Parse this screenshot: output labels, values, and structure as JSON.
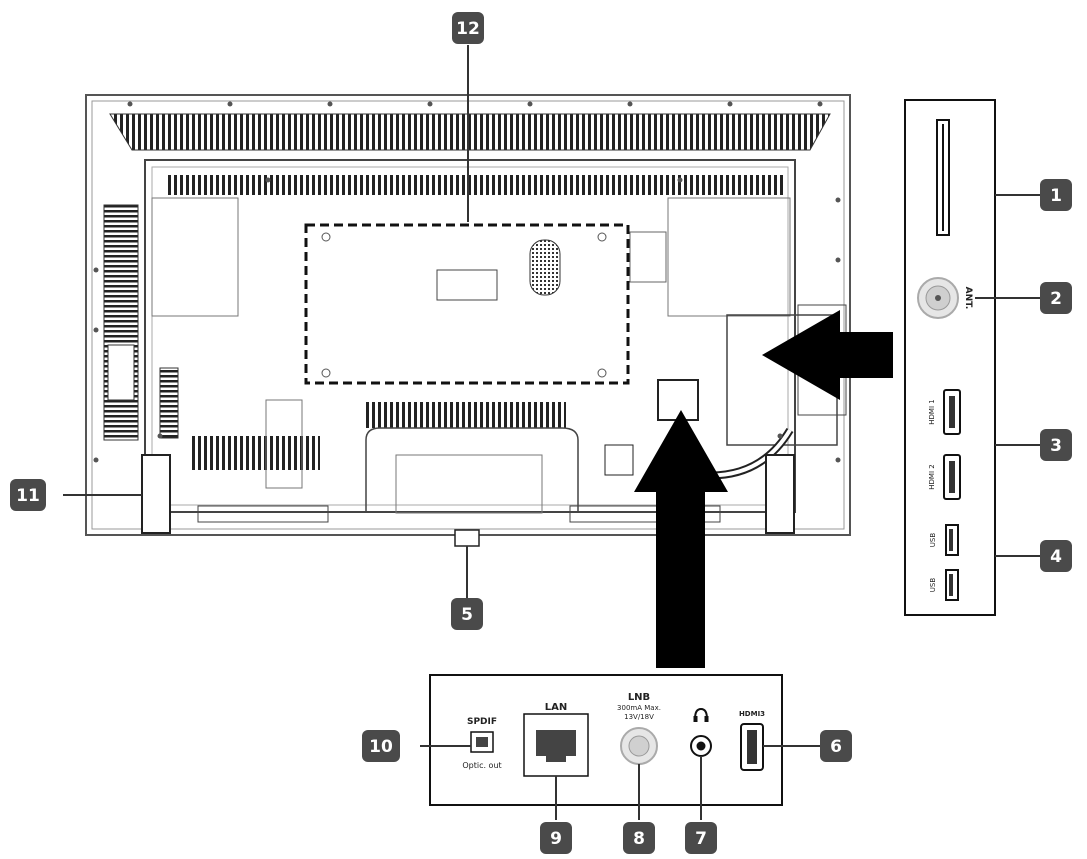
{
  "callouts": {
    "c1": "1",
    "c2": "2",
    "c3": "3",
    "c4": "4",
    "c5": "5",
    "c6": "6",
    "c7": "7",
    "c8": "8",
    "c9": "9",
    "c10": "10",
    "c11": "11",
    "c12": "12"
  },
  "side_panel": {
    "ant_label": "ANT.",
    "hdmi1_label": "HDMI 1",
    "hdmi2_label": "HDMI 2",
    "usb1_label": "USB",
    "usb2_label": "USB"
  },
  "bottom_panel": {
    "spdif_label": "SPDIF",
    "spdif_sub": "Optic. out",
    "lan_label": "LAN",
    "lnb_label": "LNB",
    "lnb_sub1": "300mA Max.",
    "lnb_sub2": "13V/18V",
    "hdmi3_label": "HDMI3"
  },
  "colors": {
    "callout": "#4a4a4a",
    "line": "#333333",
    "arrow": "#000000"
  }
}
